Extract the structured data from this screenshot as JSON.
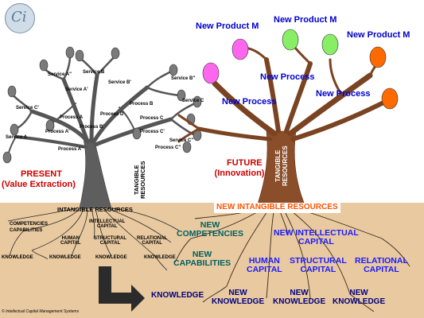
{
  "logo": {
    "text": "Ci"
  },
  "present": {
    "title": "PRESENT",
    "subtitle": "(Value Extraction)",
    "trunk_label": "TANGIBLE\nRESOURCES",
    "intangible_label": "INTANGIBLE RESOURCES",
    "branch_labels": [
      "Service A\"",
      "Service B",
      "Service B'",
      "Service B\"",
      "Service A",
      "Process A",
      "Process B",
      "Process C",
      "Process D",
      "Service C",
      "Service C'",
      "Service C\"",
      "Process A'",
      "Process B'",
      "Process C'",
      "Process A\"",
      "Process C\"",
      "Service A'"
    ],
    "root_labels": {
      "competencies": "COMPETENCIES",
      "capabilities": "CAPABILITIES",
      "intellectual_capital": "INTELLECTUAL\nCAPITAL",
      "human_capital": "HUMAN\nCAPITAL",
      "structural_capital": "STRUCTURAL\nCAPITAL",
      "relational_capital": "RELATIONAL\nCAPITAL",
      "knowledge": [
        "KNOWLEDGE",
        "KNOWLEDGE",
        "KNOWLEDGE",
        "KNOWLEDGE"
      ]
    }
  },
  "future": {
    "title": "FUTURE",
    "subtitle": "(Innovation)",
    "trunk_label": "TANGIBLE\nRESOURCES",
    "new_intangible_label": "NEW  INTANGIBLE RESOURCES",
    "products": [
      "New Product M",
      "New Product M",
      "New Product M"
    ],
    "processes": [
      "New Process",
      "New Process",
      "New Process"
    ],
    "root_labels": {
      "new_competencies": "NEW\nCOMPETENCIES",
      "new_capabilities": "NEW\nCAPABILITIES",
      "new_intellectual_capital": "NEW INTELLECTUAL\nCAPITAL",
      "human_capital": "HUMAN\nCAPITAL",
      "structural_capital": "STRUCTURAL\nCAPITAL",
      "relational_capital": "RELATIONAL\nCAPITAL",
      "knowledge": "KNOWLEDGE",
      "new_knowledge": [
        "NEW\nKNOWLEDGE",
        "NEW\nKNOWLEDGE",
        "NEW\nKNOWLEDGE"
      ]
    }
  },
  "copyright": "© Intellectual Capital Management Systems",
  "colors": {
    "ground": "#e8c9a0",
    "present_tree": "#5a5a5a",
    "future_tree": "#8a4e2a",
    "fruit_pink": "#ff66ee",
    "fruit_green": "#88ee66",
    "fruit_orange": "#ff6a00"
  }
}
